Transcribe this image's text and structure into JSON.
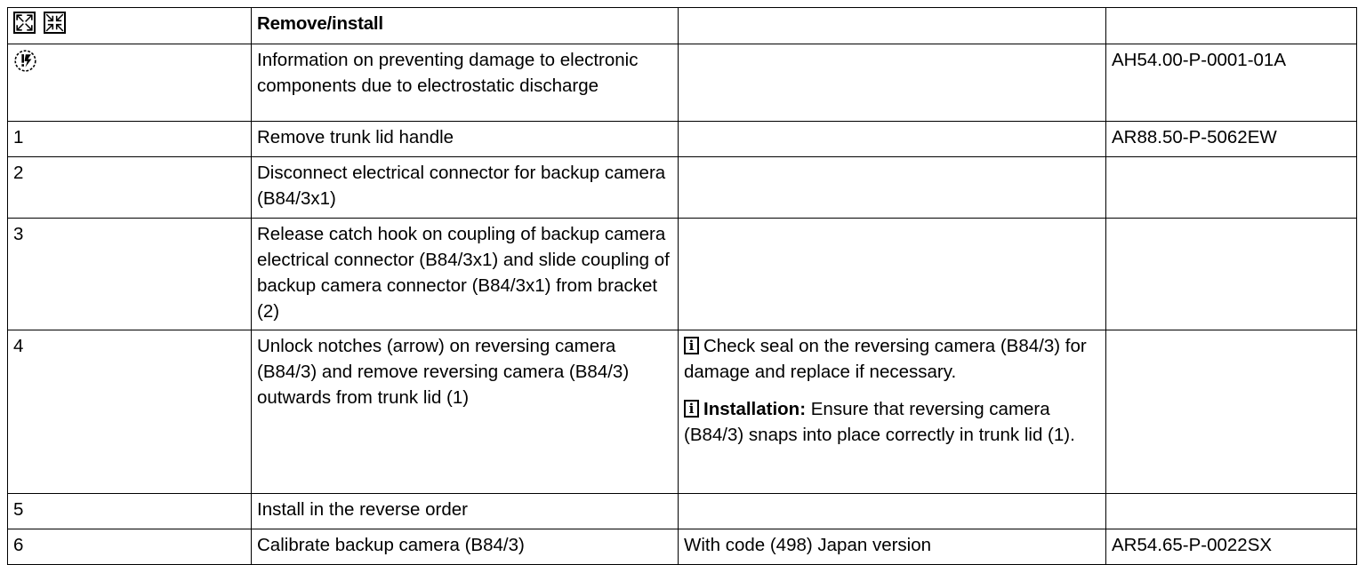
{
  "document": {
    "type": "workshop-manual-procedure-table",
    "columns": [
      "",
      "Remove/install",
      "",
      ""
    ]
  },
  "header": {
    "icons": [
      {
        "name": "expand-arrows-icon",
        "meaning": "remove"
      },
      {
        "name": "contract-arrows-icon",
        "meaning": "install"
      }
    ],
    "title": "Remove/install",
    "note": "",
    "doc_ref": ""
  },
  "rows": [
    {
      "step": "",
      "step_icon": "esd-warning-icon",
      "operation": "Information on preventing damage to electronic components due to electrostatic discharge",
      "note": "",
      "doc_ref": "AH54.00-P-0001-01A"
    },
    {
      "step": "1",
      "operation": "Remove trunk lid handle",
      "note": "",
      "doc_ref": "AR88.50-P-5062EW"
    },
    {
      "step": "2",
      "operation": "Disconnect electrical connector for backup camera (B84/3x1)",
      "note": "",
      "doc_ref": ""
    },
    {
      "step": "3",
      "operation": "Release catch hook on coupling of backup camera electrical connector (B84/3x1) and slide coupling of backup camera connector (B84/3x1) from bracket (2)",
      "note": "",
      "doc_ref": ""
    },
    {
      "step": "4",
      "operation": "Unlock notches (arrow) on reversing camera (B84/3) and remove reversing camera (B84/3) outwards from trunk lid (1)",
      "notes": [
        {
          "icon": "info-icon",
          "lead": "",
          "text": "Check seal on the reversing camera (B84/3) for damage and replace if necessary."
        },
        {
          "icon": "info-icon",
          "lead": "Installation:",
          "text": " Ensure that reversing camera (B84/3) snaps into place correctly in trunk lid (1)."
        }
      ],
      "doc_ref": ""
    },
    {
      "step": "5",
      "operation": "Install in the reverse order",
      "note": "",
      "doc_ref": ""
    },
    {
      "step": "6",
      "operation": "Calibrate backup camera (B84/3)",
      "note": "With code (498) Japan version",
      "doc_ref": "AR54.65-P-0022SX"
    }
  ],
  "colors": {
    "text": "#000000",
    "background": "#ffffff",
    "border": "#000000"
  }
}
